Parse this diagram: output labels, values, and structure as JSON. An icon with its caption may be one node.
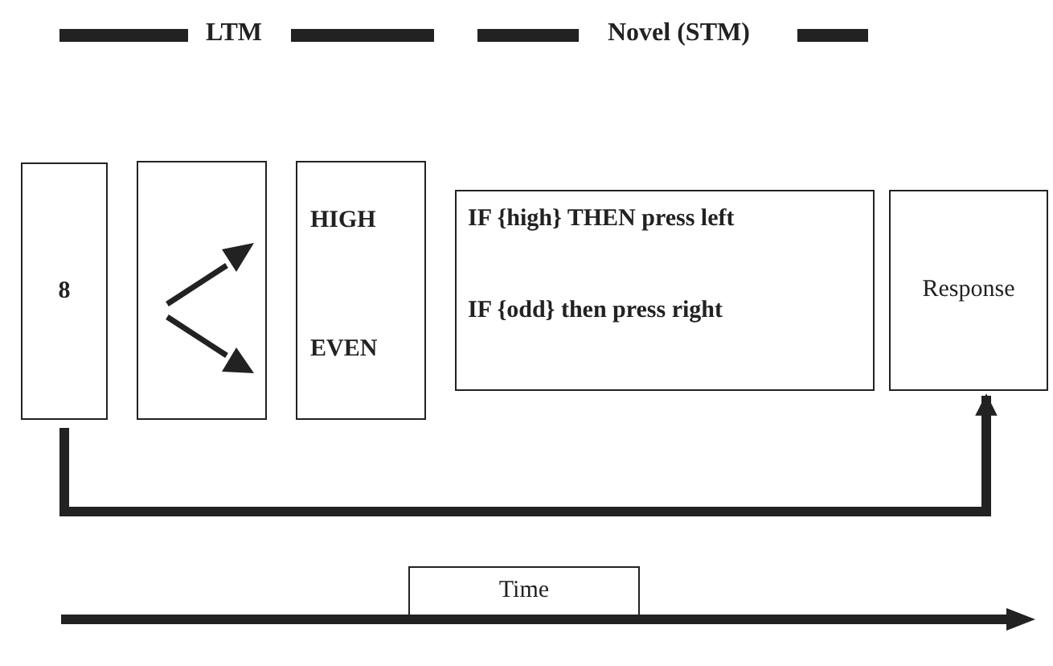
{
  "diagram": {
    "nodes": [
      {
        "text": [
          "8"
        ]
      },
      {
        "text": [],
        "shape": "box"
      },
      {
        "text": [
          "HIGH",
          "EVEN"
        ]
      },
      {
        "text": [
          "IF {high} THEN press left",
          "IF {odd} then press right"
        ]
      },
      {
        "text": [
          "Response"
        ]
      },
      {
        "text": [
          "Time"
        ]
      }
    ],
    "edges": [
      {
        "from": 0,
        "to": 4,
        "arrow": "to"
      }
    ],
    "labels": [
      "LTM",
      "Novel (STM)"
    ]
  }
}
